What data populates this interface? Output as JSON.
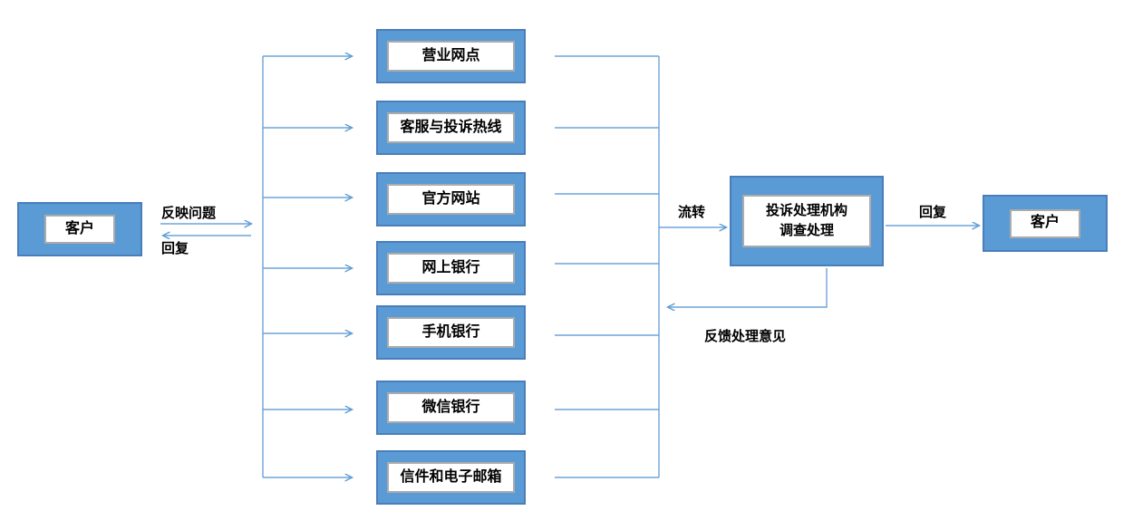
{
  "diagram": {
    "type": "flowchart",
    "description_topic": "customer complaint handling flow",
    "nodes": {
      "customer_left": {
        "label": "客户"
      },
      "customer_right": {
        "label": "客户"
      },
      "processor": {
        "label_line1": "投诉处理机构",
        "label_line2": "调查处理"
      }
    },
    "channels": [
      {
        "label": "营业网点"
      },
      {
        "label": "客服与投诉热线"
      },
      {
        "label": "官方网站"
      },
      {
        "label": "网上银行"
      },
      {
        "label": "手机银行"
      },
      {
        "label": "微信银行"
      },
      {
        "label": "信件和电子邮箱"
      }
    ],
    "edges": {
      "report_label": "反映问题",
      "reply_left_label": "回复",
      "transfer_label": "流转",
      "reply_right_label": "回复",
      "feedback_label": "反馈处理意见"
    },
    "colors": {
      "node_fill": "#5B9BD5",
      "node_border": "#4A7EBB",
      "inner_panel_border": "#ABABAB",
      "connector_line": "#5B9BD5",
      "text": "#000000",
      "background": "#FFFFFF"
    }
  }
}
